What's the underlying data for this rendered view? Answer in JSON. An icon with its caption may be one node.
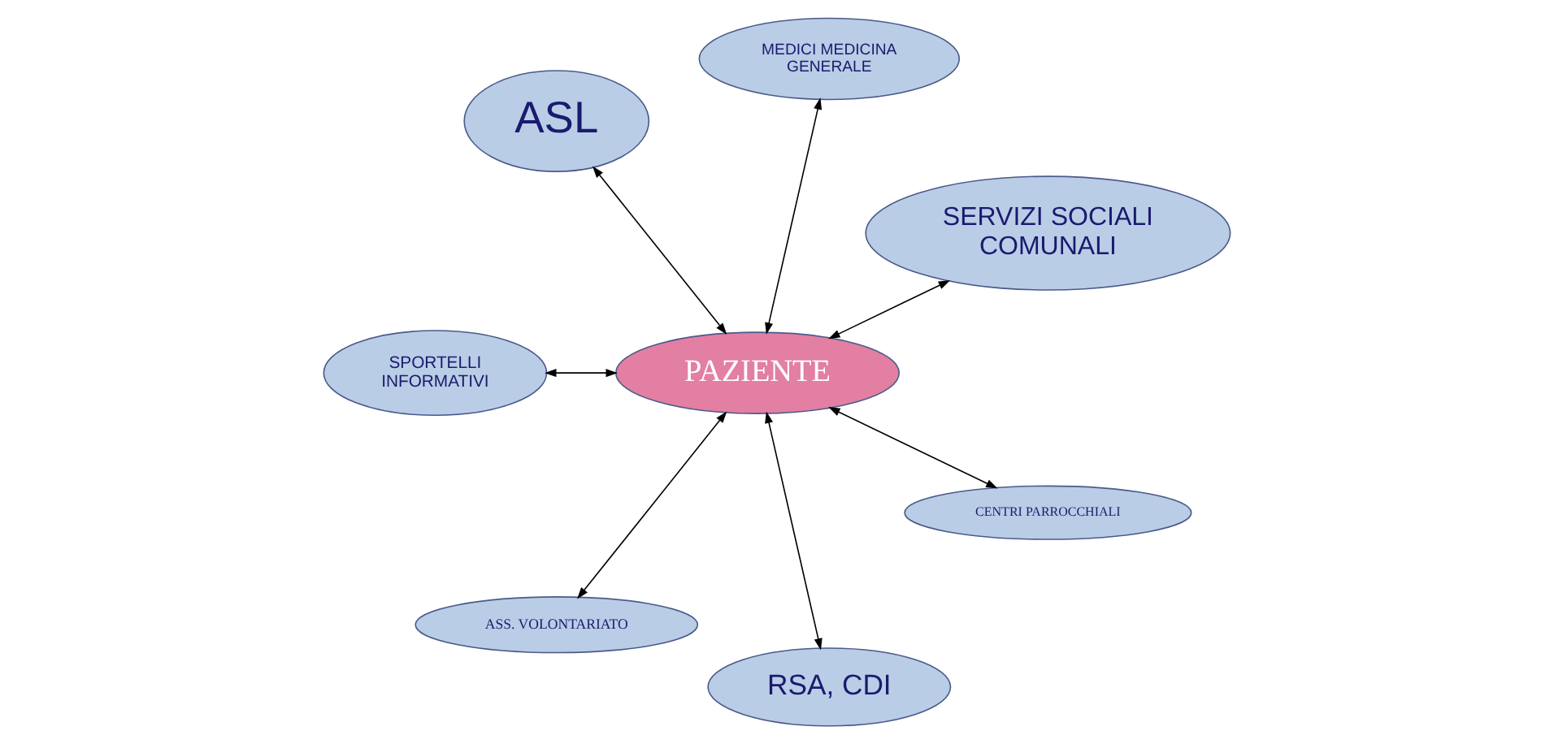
{
  "diagram": {
    "nodes": [
      {
        "text": [
          "SERVIZI SOCIALI COMUNALI"
        ]
      },
      {
        "text": [
          "MEDICI MEDICINA GENERALE"
        ]
      },
      {
        "text": [
          "ASL"
        ]
      },
      {
        "text": [
          "SPORTELLI INFORMATIVI"
        ]
      },
      {
        "text": [
          "PAZIENTE"
        ]
      },
      {
        "text": [
          "ASS. VOLONTARIATO"
        ]
      },
      {
        "text": [
          "RSA, CDI"
        ]
      },
      {
        "text": [
          "CENTRI PARROCCHIALI"
        ]
      }
    ],
    "edges": [
      {
        "from": 4,
        "to": 0,
        "arrow": "both"
      },
      {
        "from": 4,
        "to": 1,
        "arrow": "both"
      },
      {
        "from": 4,
        "to": 2,
        "arrow": "both"
      },
      {
        "from": 4,
        "to": 3,
        "arrow": "both"
      },
      {
        "from": 4,
        "to": 5,
        "arrow": "both"
      },
      {
        "from": 4,
        "to": 6,
        "arrow": "both"
      },
      {
        "from": 4,
        "to": 7,
        "arrow": "both"
      }
    ]
  }
}
